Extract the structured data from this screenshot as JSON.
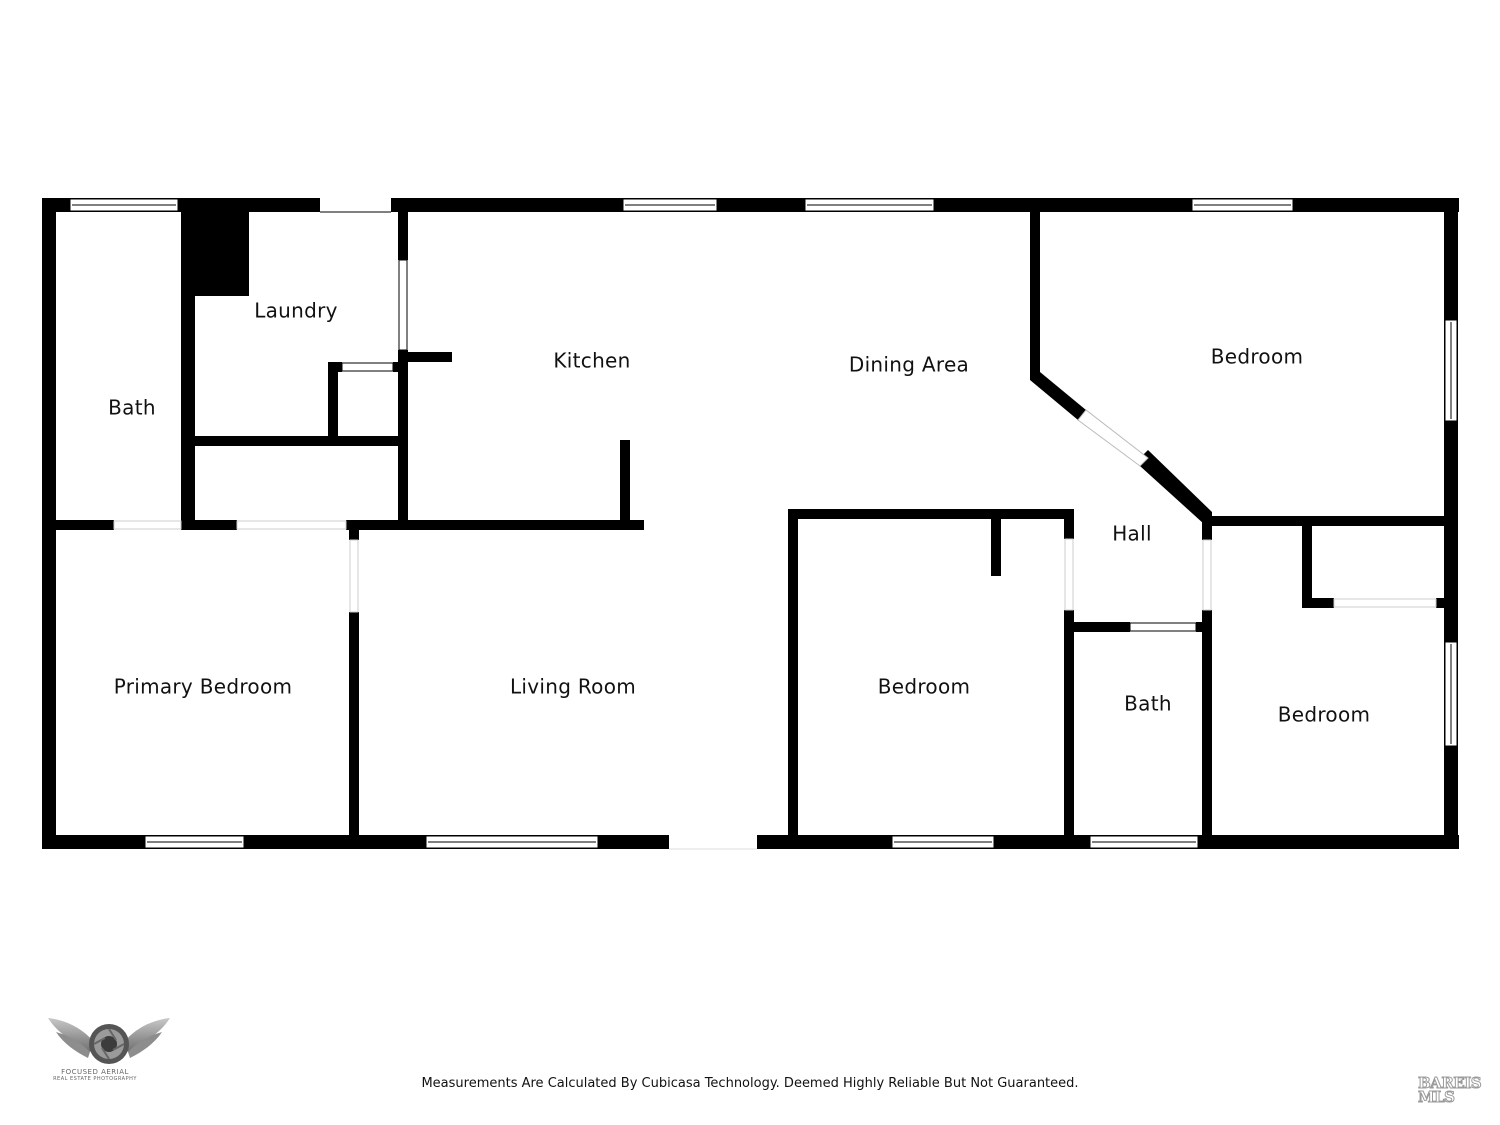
{
  "floorplan": {
    "rooms": [
      {
        "id": "bath-1",
        "label": "Bath"
      },
      {
        "id": "laundry",
        "label": "Laundry"
      },
      {
        "id": "kitchen",
        "label": "Kitchen"
      },
      {
        "id": "dining",
        "label": "Dining Area"
      },
      {
        "id": "bedroom-ne",
        "label": "Bedroom"
      },
      {
        "id": "hall",
        "label": "Hall"
      },
      {
        "id": "primary-bedroom",
        "label": "Primary Bedroom"
      },
      {
        "id": "living-room",
        "label": "Living Room"
      },
      {
        "id": "bedroom-center",
        "label": "Bedroom"
      },
      {
        "id": "bath-2",
        "label": "Bath"
      },
      {
        "id": "bedroom-se",
        "label": "Bedroom"
      }
    ],
    "wall_color": "#000000",
    "background_color": "#ffffff"
  },
  "footer": {
    "disclaimer": "Measurements Are Calculated By Cubicasa Technology. Deemed Highly Reliable But Not Guaranteed.",
    "logo_name": "FOCUSED AERIAL",
    "logo_subtitle": "REAL ESTATE PHOTOGRAPHY",
    "mls_mark": "BAREIS MLS"
  }
}
